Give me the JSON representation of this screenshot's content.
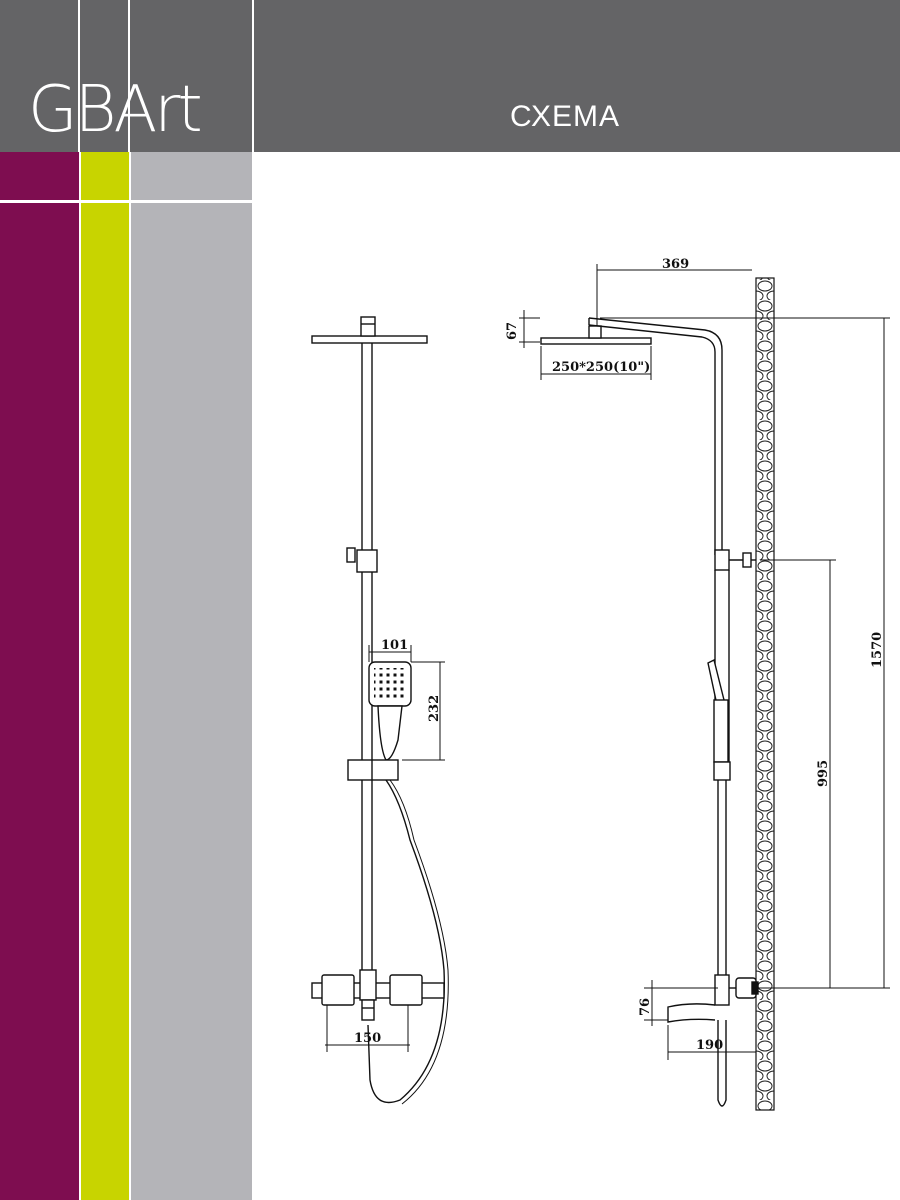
{
  "brand": {
    "name": "GBArt"
  },
  "header": {
    "title": "СХЕМА"
  },
  "colors": {
    "header_gray": "#646466",
    "purple": "#7e0d50",
    "lime": "#c8d400",
    "light_gray": "#b4b4b8"
  },
  "diagram": {
    "front": {
      "head_width": "101",
      "head_height": "232",
      "mixer_width": "150"
    },
    "side": {
      "arm_length": "369",
      "head_thickness": "67",
      "head_size": "250*250(10\")",
      "total_height": "1570",
      "holder_height": "995",
      "spout_height": "76",
      "spout_length": "190"
    }
  }
}
